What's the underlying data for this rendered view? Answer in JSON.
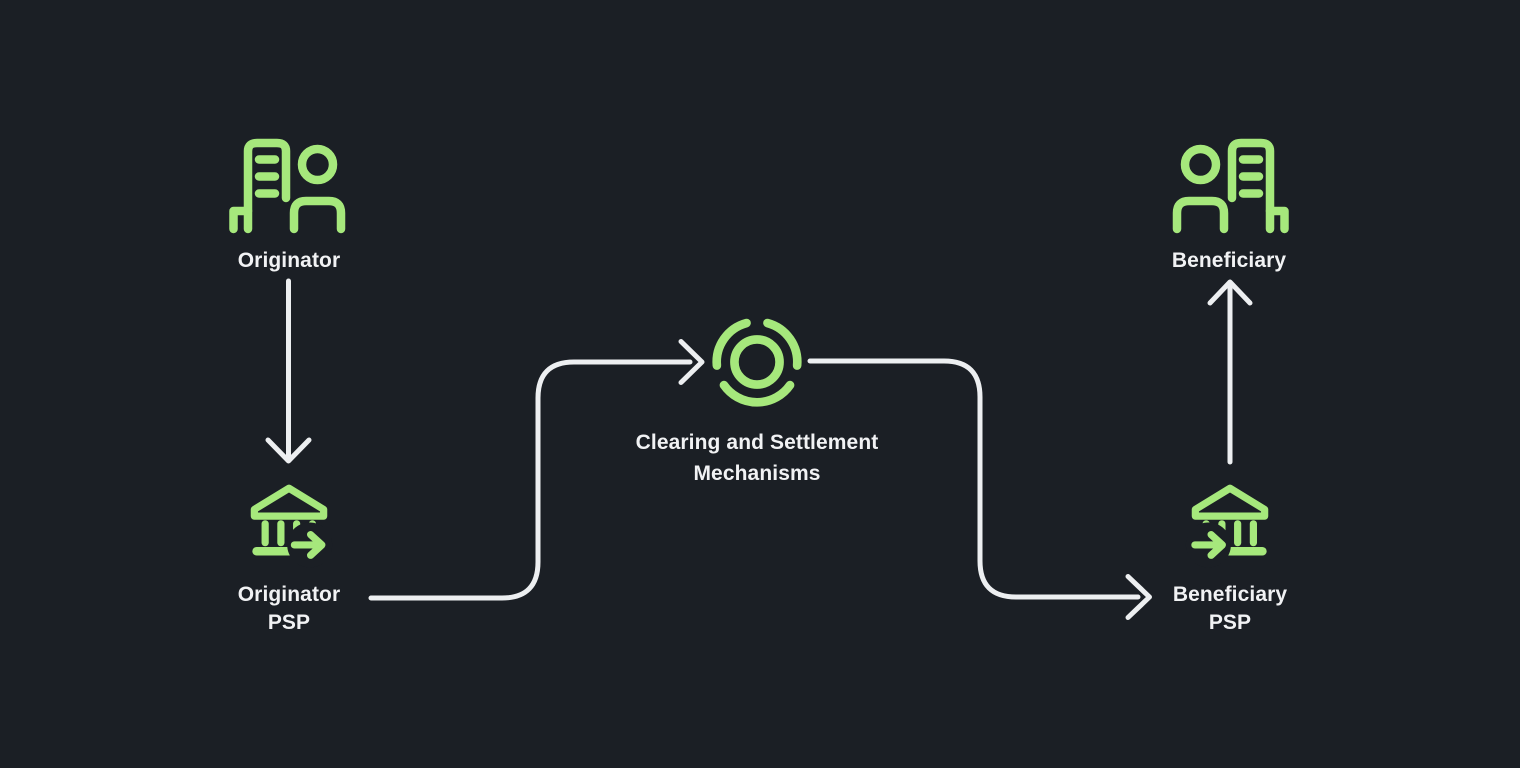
{
  "theme": {
    "background": "#1b1f25",
    "icon_green": "#a6e87c",
    "connector_color": "#edeff1",
    "text_color": "#f1f2f4"
  },
  "diagram": {
    "nodes": {
      "originator": {
        "label_line1": "Originator",
        "icon": "building-person-icon"
      },
      "originator_psp": {
        "label_line1": "Originator",
        "label_line2": "PSP",
        "icon": "bank-transfer-out-icon"
      },
      "clearing": {
        "label_line1": "Clearing and Settlement",
        "label_line2": "Mechanisms",
        "icon": "settlement-network-icon"
      },
      "beneficiary_psp": {
        "label_line1": "Beneficiary",
        "label_line2": "PSP",
        "icon": "bank-transfer-in-icon"
      },
      "beneficiary": {
        "label_line1": "Beneficiary",
        "icon": "person-building-icon"
      }
    },
    "edges": [
      {
        "from": "originator",
        "to": "originator_psp"
      },
      {
        "from": "originator_psp",
        "to": "clearing"
      },
      {
        "from": "clearing",
        "to": "beneficiary_psp"
      },
      {
        "from": "beneficiary_psp",
        "to": "beneficiary"
      }
    ]
  }
}
